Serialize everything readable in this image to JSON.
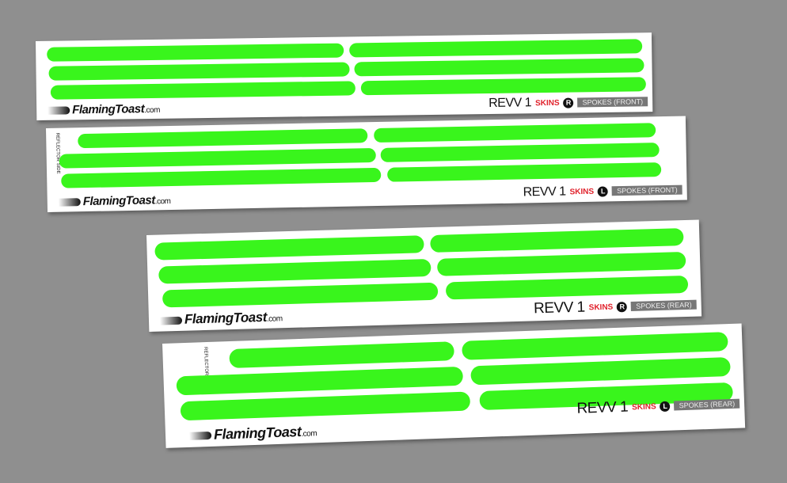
{
  "brand": {
    "name": "FlamingToast",
    "domain": ".com"
  },
  "product": {
    "model": "REVV 1",
    "line": "SKINS"
  },
  "reflector_note": "REFLECTOR SIDE",
  "sheets": [
    {
      "side": "R",
      "position": "SPOKES (FRONT)"
    },
    {
      "side": "L",
      "position": "SPOKES (FRONT)"
    },
    {
      "side": "R",
      "position": "SPOKES (REAR)"
    },
    {
      "side": "L",
      "position": "SPOKES (REAR)"
    }
  ],
  "colors": {
    "strip": "#39f51c",
    "background": "#8f8f8f",
    "accent": "#e0202a"
  }
}
